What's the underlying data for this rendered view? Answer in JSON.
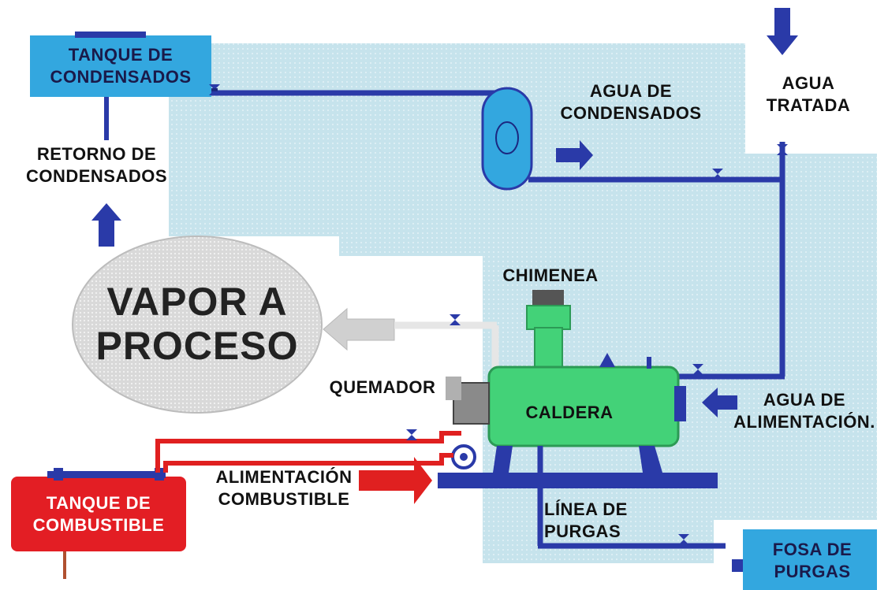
{
  "labels": {
    "tanque_condensados": "TANQUE DE\nCONDENSADOS",
    "retorno_condensados": "RETORNO DE\nCONDENSADOS",
    "agua_condensados": "AGUA DE\nCONDENSADOS",
    "agua_tratada": "AGUA\nTRATADA",
    "chimenea": "CHIMENEA",
    "vapor_proceso": "VAPOR A\nPROCESO",
    "quemador": "QUEMADOR",
    "caldera": "CALDERA",
    "agua_alimentacion": "AGUA DE\nALIMENTACIÓN.",
    "alimentacion_combustible": "ALIMENTACIÓN\nCOMBUSTIBLE",
    "tanque_combustible": "TANQUE DE\nCOMBUSTIBLE",
    "linea_purgas": "LÍNEA DE\nPURGAS",
    "fosa_purgas": "FOSA DE\nPURGAS"
  },
  "colors": {
    "background_area": "#c6e3ec",
    "pipe_water": "#2a3aa8",
    "pipe_fuel": "#e02020",
    "tank_water": "#33a7df",
    "tank_fuel": "#e31e24",
    "boiler": "#43d278",
    "steam_cloud": "#d9d9d9",
    "arrow_blue": "#2a3aa8",
    "arrow_red": "#e02020",
    "arrow_steam": "#d0d0d0"
  }
}
